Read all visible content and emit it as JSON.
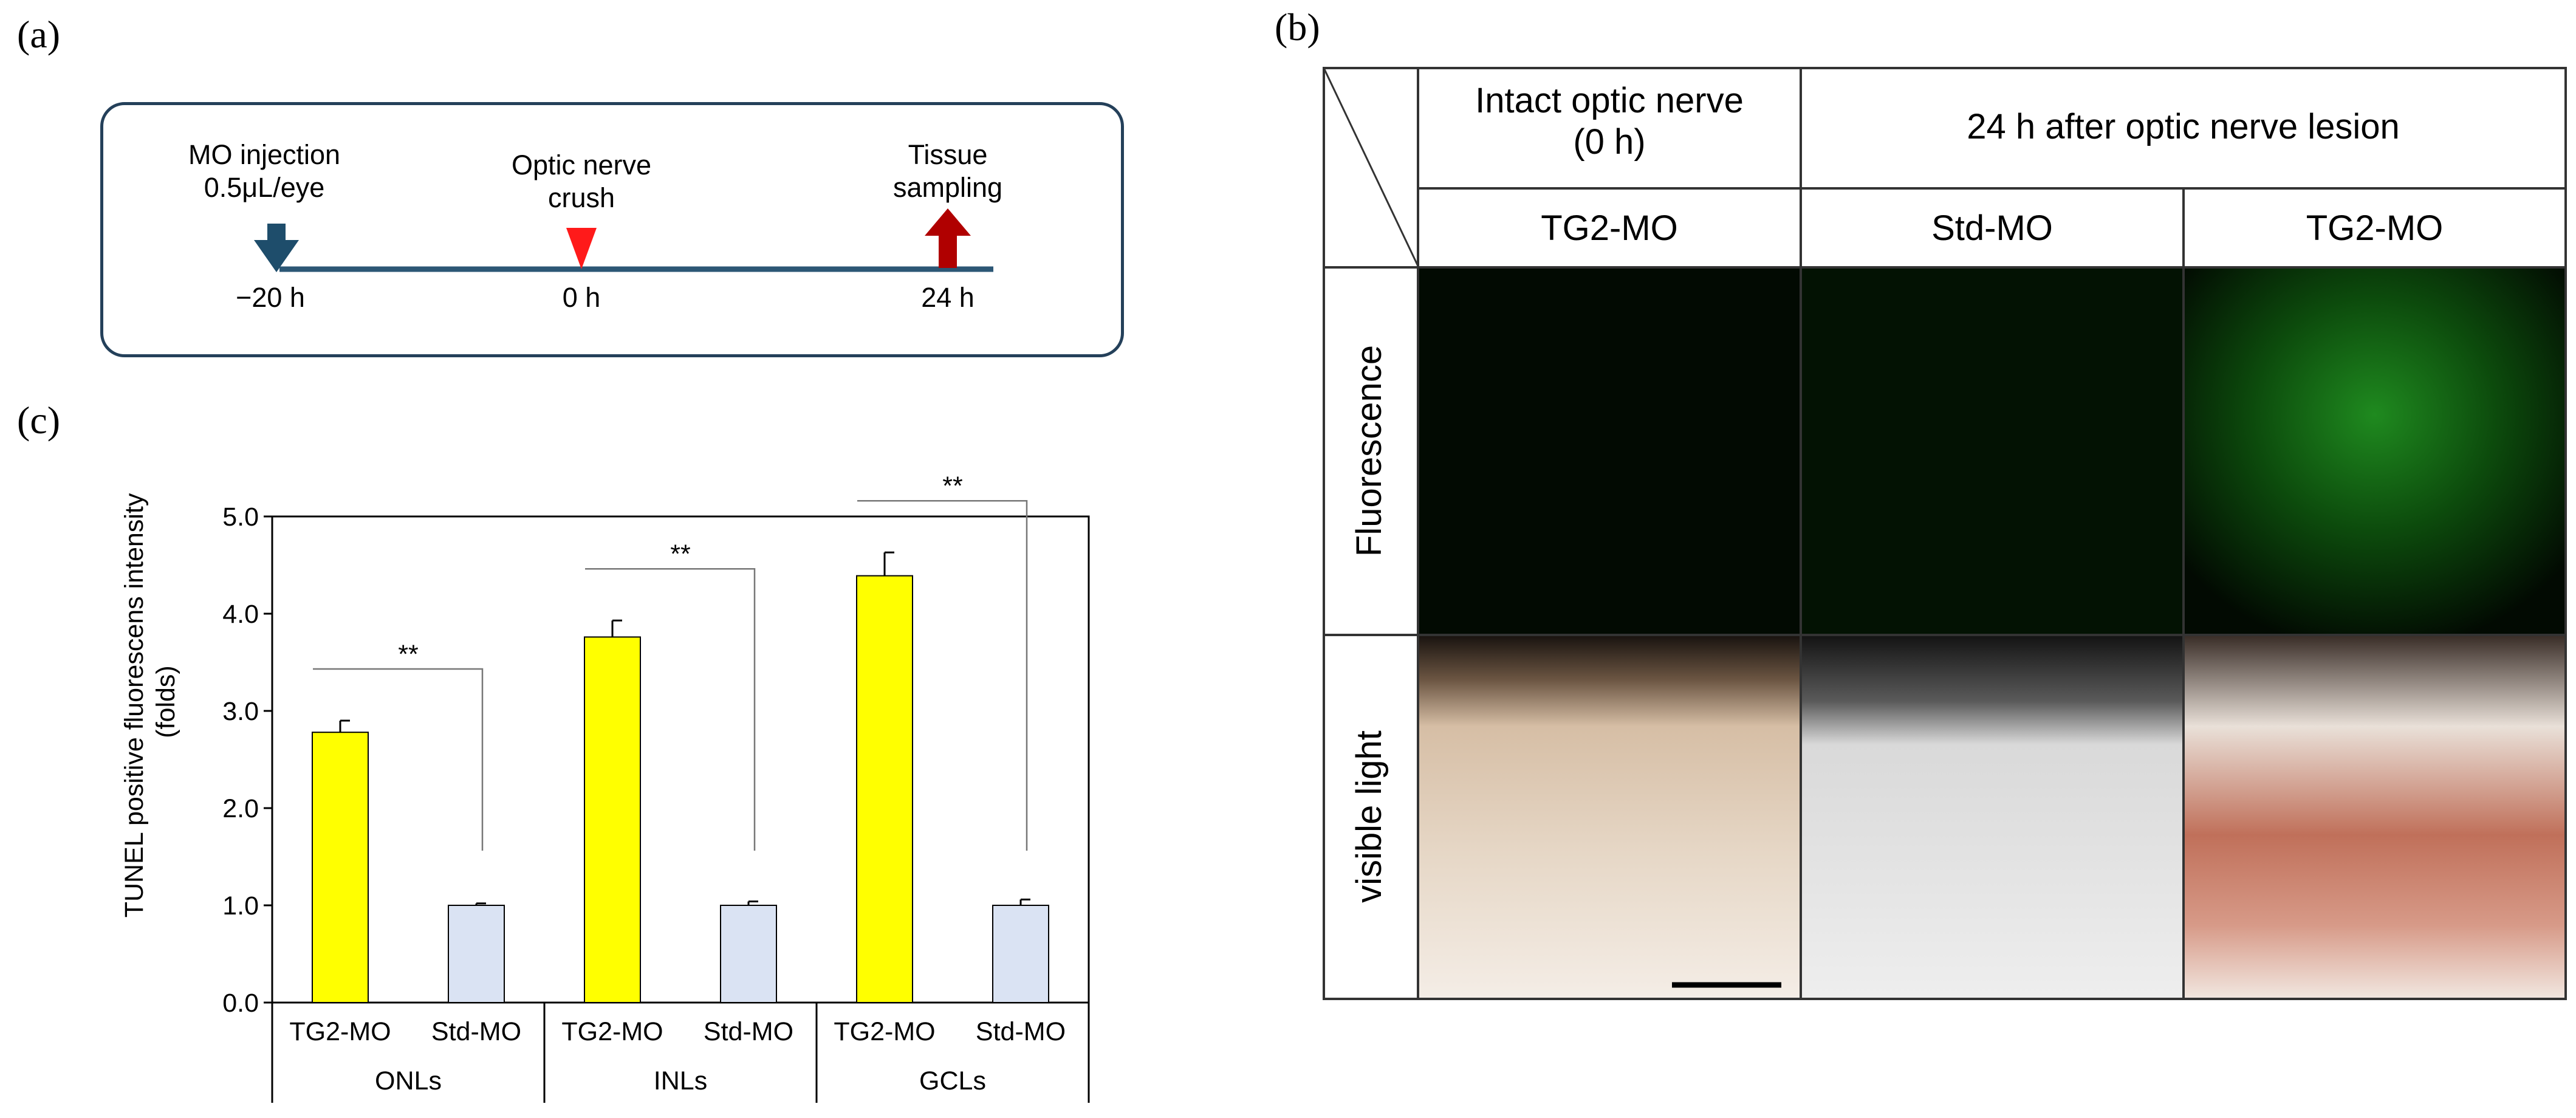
{
  "panels": {
    "a": "(a)",
    "b": "(b)",
    "c": "(c)"
  },
  "timeline": {
    "injection_line1": "MO injection",
    "injection_line2": "0.5μL/eye",
    "injection_time": "−20 h",
    "crush_line1": "Optic nerve",
    "crush_line2": "crush",
    "crush_time": "0 h",
    "sampling_line1": "Tissue",
    "sampling_line2": "sampling",
    "sampling_time": "24 h",
    "colors": {
      "line": "#2c5775",
      "injection_arrow": "#1e4d6b",
      "crush_marker": "#ff1a1a",
      "sampling_arrow": "#b00000"
    }
  },
  "table": {
    "header_intact_line1": "Intact optic nerve",
    "header_intact_line2": "(0 h)",
    "header_lesion": "24 h after optic nerve lesion",
    "col1": "TG2-MO",
    "col2": "Std-MO",
    "col3": "TG2-MO",
    "row1": "Fluorescence",
    "row2": "visible light"
  },
  "chart_data": {
    "type": "bar",
    "ylabel_line1": "TUNEL positive fluorescens intensity",
    "ylabel_line2": "(folds)",
    "ylim": [
      0,
      5
    ],
    "yticks": [
      "0.0",
      "1.0",
      "2.0",
      "3.0",
      "4.0",
      "5.0"
    ],
    "groups": [
      "ONLs",
      "INLs",
      "GCLs"
    ],
    "categories": [
      "TG2-MO",
      "Std-MO",
      "TG2-MO",
      "Std-MO",
      "TG2-MO",
      "Std-MO"
    ],
    "series": [
      {
        "values": [
          2.78,
          3.76,
          4.39
        ]
      },
      {
        "values": [
          1.0,
          1.0,
          1.0
        ]
      }
    ],
    "errors": [
      [
        0.12,
        0.17,
        0.24
      ],
      [
        0.02,
        0.04,
        0.06
      ]
    ],
    "significance": [
      "**",
      "**",
      "**"
    ],
    "colors": {
      "tg2": "#ffff00",
      "std": "#dae3f3"
    }
  }
}
